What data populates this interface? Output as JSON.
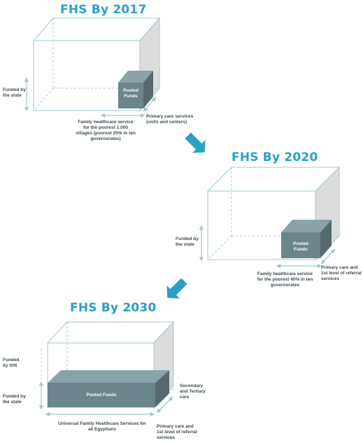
{
  "panels": [
    {
      "title": "FHS By 2017",
      "funded_state": "Funded by\nthe state",
      "box_label": "Pooled\nFunds",
      "coverage_label": "Family healthcare service\nfor the poorest 1.000\nvillages (poorest 20% in ten\ngovernorates)",
      "services_label": "Primary care services\n(units and centers)"
    },
    {
      "title": "FHS By 2020",
      "funded_state": "Funded by\nthe state",
      "box_label": "Pooled\nFunds",
      "coverage_label": "Family healthcare service\nfor the poorest 40% in ten\ngovernorates",
      "services_label": "Primary care and\n1st level of referral\nservices"
    },
    {
      "title": "FHS By 2030",
      "funded_shi": "Funded\nby SHI",
      "funded_state": "Funded by\nthe state",
      "box_label": "Pooled Funds",
      "coverage_label": "Universal Family Healthcare Services for\nall Egyptians",
      "services_label": "Primary care and\n1st level of referral\nservices",
      "depth_label": "Secondary\nand Tertiary\ncare"
    }
  ],
  "colors": {
    "title": "#2aa0c8",
    "outline": "#9fc8d3",
    "arrow": "#2aa0c8",
    "box_front": "#6b858c",
    "box_top": "#8aa2a8",
    "box_side": "#55696e",
    "shade": "#dcdcdc"
  },
  "icons": [
    "down-right-arrow-icon",
    "down-left-arrow-icon"
  ]
}
